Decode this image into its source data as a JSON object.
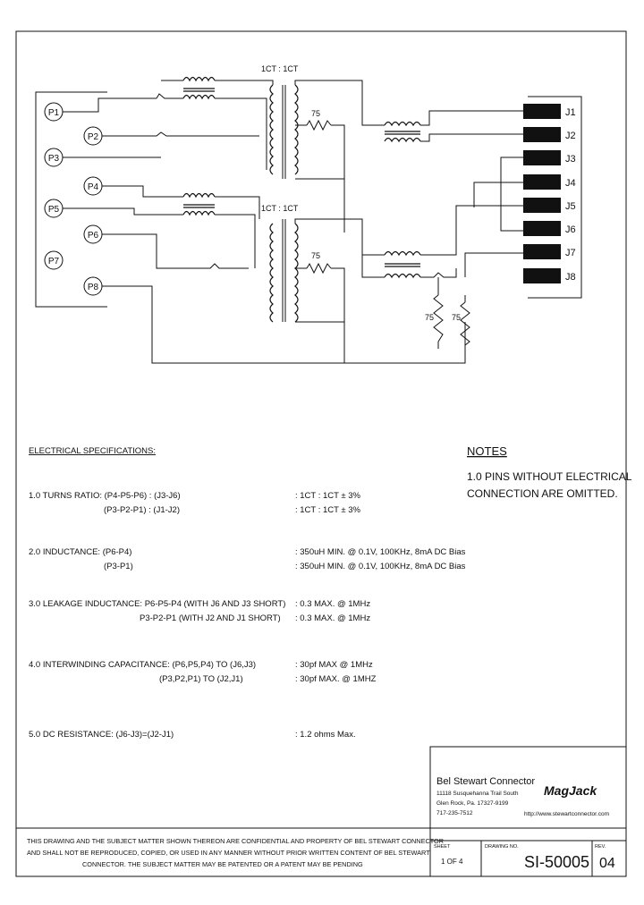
{
  "pins_p": [
    "P1",
    "P2",
    "P3",
    "P4",
    "P5",
    "P6",
    "P7",
    "P8"
  ],
  "pins_j": [
    "J1",
    "J2",
    "J3",
    "J4",
    "J5",
    "J6",
    "J7",
    "J8"
  ],
  "transformer_label_top": "1CT : 1CT",
  "transformer_label_bottom": "1CT : 1CT",
  "resistor_values": [
    "75",
    "75",
    "75",
    "75"
  ],
  "specs_heading": "ELECTRICAL SPECIFICATIONS:",
  "specs": [
    {
      "label": "1.0 TURNS RATIO: (P4-P5-P6) : (J3-J6)",
      "value": ": 1CT : 1CT ± 3%"
    },
    {
      "label": "(P3-P2-P1) : (J1-J2)",
      "value": ": 1CT : 1CT ± 3%"
    },
    {
      "label": "2.0 INDUCTANCE: (P6-P4)",
      "value": ": 350uH MIN. @ 0.1V, 100KHz, 8mA DC Bias"
    },
    {
      "label": "(P3-P1)",
      "value": ": 350uH MIN. @ 0.1V, 100KHz, 8mA DC Bias"
    },
    {
      "label": "3.0 LEAKAGE INDUCTANCE: P6-P5-P4 (WITH J6 AND J3 SHORT)",
      "value": ": 0.3 MAX. @ 1MHz"
    },
    {
      "label": "P3-P2-P1 (WITH J2 AND J1 SHORT)",
      "value": ": 0.3 MAX. @ 1MHz"
    },
    {
      "label": "4.0 INTERWINDING CAPACITANCE: (P6,P5,P4) TO (J6,J3)",
      "value": ": 30pf MAX @ 1MHz"
    },
    {
      "label": "(P3,P2,P1) TO (J2,J1)",
      "value": ": 30pf MAX. @ 1MHZ"
    },
    {
      "label": "5.0 DC RESISTANCE: (J6-J3)=(J2-J1)",
      "value": ": 1.2 ohms Max."
    }
  ],
  "notes_heading": "NOTES",
  "notes_line1": "1.0 PINS WITHOUT ELECTRICAL",
  "notes_line2": "CONNECTION ARE OMITTED.",
  "company_name": "Bel Stewart Connector",
  "address1": "11118 Susquehanna Trail South",
  "address2": "Glen Rock, Pa. 17327-9199",
  "phone": "717-235-7512",
  "brand": "MagJack",
  "website": "http://www.stewartconnector.com",
  "disclaimer1": "THIS DRAWING AND THE SUBJECT MATTER SHOWN THEREON ARE CONFIDENTIAL AND PROPERTY OF BEL STEWART CONNECTOR",
  "disclaimer2": "AND SHALL NOT BE REPRODUCED, COPIED, OR USED IN ANY MANNER WITHOUT PRIOR WRITTEN CONTENT OF BEL STEWART",
  "disclaimer3": "CONNECTOR. THE SUBJECT MATTER MAY BE PATENTED OR A PATENT MAY BE PENDING",
  "sheet_label": "SHEET",
  "sheet_value": "1 OF 4",
  "drawing_no_label": "DRAWING NO.",
  "drawing_no": "SI-50005",
  "rev_label": "REV.",
  "rev": "04"
}
